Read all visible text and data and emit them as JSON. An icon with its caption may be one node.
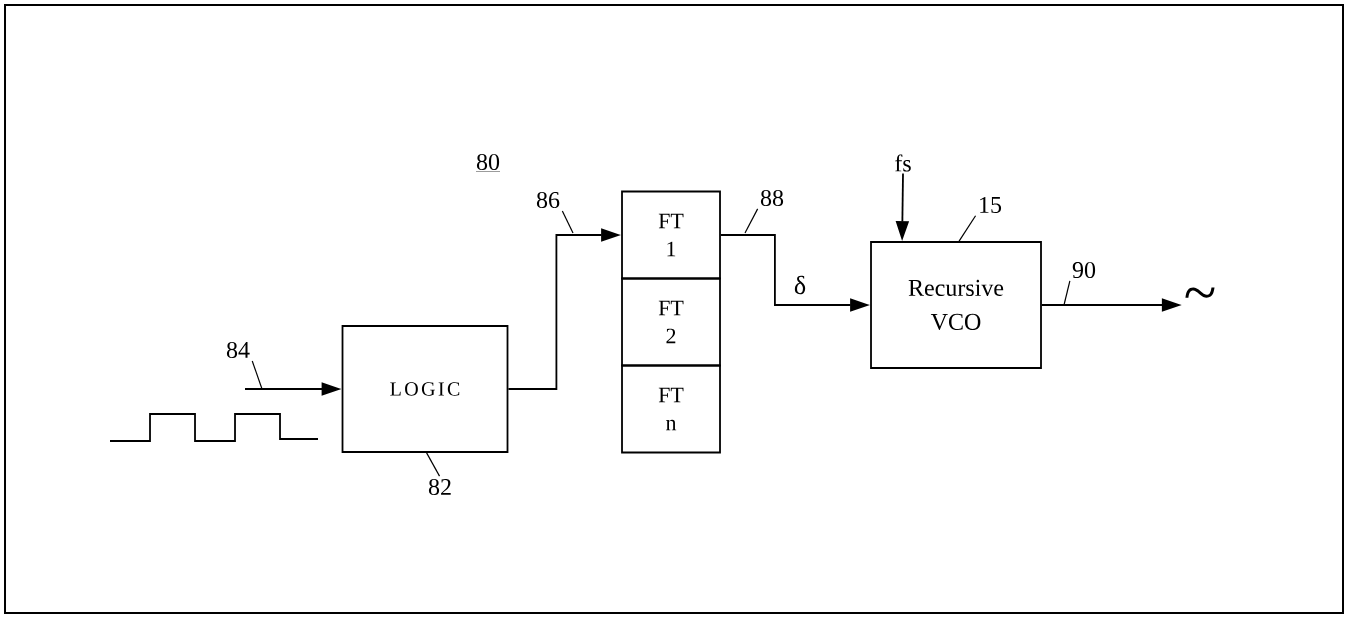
{
  "diagram": {
    "nodes": [
      {
        "text": [
          "LOGIC"
        ]
      },
      {
        "text": [
          "FT 1"
        ]
      },
      {
        "text": [
          "FT 2"
        ]
      },
      {
        "text": [
          "FT n"
        ]
      },
      {
        "text": [
          "Recursive VCO"
        ]
      },
      {
        "text": [
          "fs"
        ]
      },
      {
        "text": [
          "~"
        ]
      },
      {
        "text": [
          "82"
        ]
      },
      {
        "text": [
          "84"
        ]
      },
      {
        "text": [
          "86"
        ]
      },
      {
        "text": [
          "88"
        ]
      },
      {
        "text": [
          "90"
        ]
      },
      {
        "text": [
          "15"
        ]
      }
    ],
    "edges": [
      {
        "from": null,
        "to": 0,
        "arrow": "to"
      },
      {
        "from": 0,
        "to": 1,
        "arrow": "to"
      },
      {
        "from": 1,
        "to": 4,
        "arrow": "to",
        "label": "δ"
      },
      {
        "from": 5,
        "to": 4,
        "arrow": "to"
      },
      {
        "from": 4,
        "to": 6,
        "arrow": "to"
      },
      {
        "from": 7,
        "to": 0,
        "arrow": "none"
      },
      {
        "from": 8,
        "to": null,
        "arrow": "none"
      },
      {
        "from": 9,
        "to": null,
        "arrow": "none"
      },
      {
        "from": 10,
        "to": null,
        "arrow": "none"
      },
      {
        "from": 11,
        "to": null,
        "arrow": "none"
      },
      {
        "from": 12,
        "to": 4,
        "arrow": "none"
      }
    ],
    "labels": [
      "80"
    ]
  }
}
